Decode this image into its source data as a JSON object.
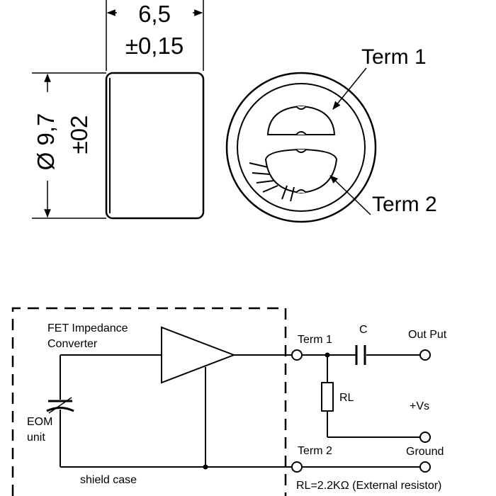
{
  "dimensions": {
    "width_value": "6,5",
    "width_tolerance": "±0,15",
    "diameter_value": "Ø 9,7",
    "diameter_tolerance": "±02"
  },
  "terminals": {
    "term1": "Term 1",
    "term2": "Term 2"
  },
  "circuit": {
    "converter_line1": "FET Impedance",
    "converter_line2": "Converter",
    "eom_line1": "EOM",
    "eom_line2": "unit",
    "shield": "shield case",
    "term1": "Term 1",
    "term2": "Term 2",
    "capacitor": "C",
    "resistor": "RL",
    "output": "Out Put",
    "supply": "+Vs",
    "ground": "Ground",
    "resistor_note": "RL=2.2KΩ (External resistor)"
  }
}
